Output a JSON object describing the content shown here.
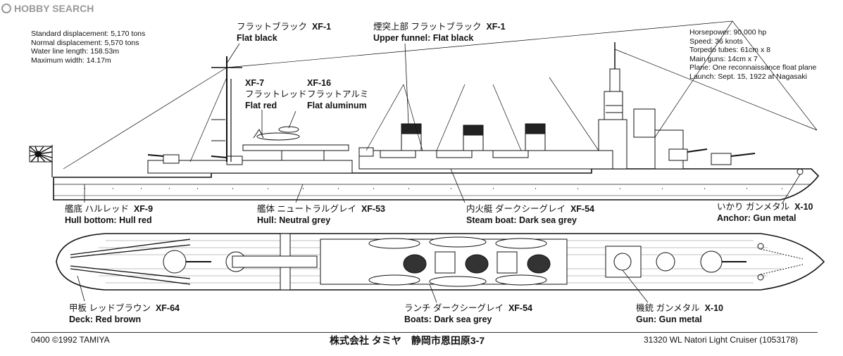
{
  "watermark": "HOBBY SEARCH",
  "specs_left": [
    "Standard displacement: 5,170 tons",
    "Normal displacement: 5,570 tons",
    "Water line length: 158.53m",
    "Maximum width: 14.17m"
  ],
  "specs_right": [
    "Horsepower: 90,000 hp",
    "Speed: 36 knots",
    "Torpedo tubes: 61cm x 8",
    "Main guns: 14cm x 7",
    "Plane: One reconnaissance float plane",
    "Launch: Sept. 15, 1922 at Nagasaki"
  ],
  "labels": {
    "flat_black": {
      "jp": "フラットブラック",
      "code": "XF-1",
      "en": "Flat black"
    },
    "upper_funnel": {
      "jp": "煙突上部 フラットブラック",
      "code": "XF-1",
      "en": "Upper funnel: Flat black"
    },
    "flat_red": {
      "code": "XF-7",
      "jp": "フラットレッド",
      "en": "Flat red"
    },
    "flat_aluminum": {
      "code": "XF-16",
      "jp": "フラットアルミ",
      "en": "Flat aluminum"
    },
    "hull_bottom": {
      "jp": "艦底 ハルレッド",
      "code": "XF-9",
      "en": "Hull bottom: Hull red"
    },
    "hull": {
      "jp": "艦体 ニュートラルグレイ",
      "code": "XF-53",
      "en": "Hull: Neutral grey"
    },
    "steam_boat": {
      "jp": "内火艇 ダークシーグレイ",
      "code": "XF-54",
      "en": "Steam boat: Dark sea grey"
    },
    "anchor": {
      "jp": "いかり ガンメタル",
      "code": "X-10",
      "en": "Anchor: Gun metal"
    },
    "deck": {
      "jp": "甲板 レッドブラウン",
      "code": "XF-64",
      "en": "Deck: Red brown"
    },
    "boats": {
      "jp": "ランチ ダークシーグレイ",
      "code": "XF-54",
      "en": "Boats: Dark sea grey"
    },
    "gun": {
      "jp": "機銃 ガンメタル",
      "code": "X-10",
      "en": "Gun: Gun metal"
    }
  },
  "footer": {
    "left": "0400 ©1992 TAMIYA",
    "center": "株式会社 タミヤ　静岡市恩田原3-7",
    "right": "31320 WL Natori Light Cruiser (1053178)"
  },
  "colors": {
    "ink": "#111111",
    "hull_fill": "#ffffff",
    "flag_red": "#111111"
  }
}
